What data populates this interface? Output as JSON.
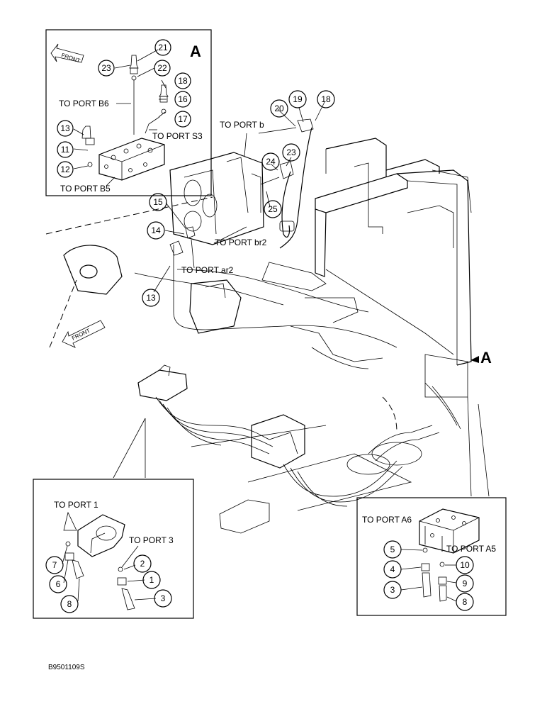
{
  "inset_a": {
    "letter": "A",
    "front_label": "FRONT",
    "callouts": [
      "23",
      "21",
      "22",
      "18",
      "16",
      "17",
      "13",
      "11",
      "12"
    ],
    "port_b6": "TO PORT B6",
    "port_s3": "TO PORT S3",
    "port_b5": "TO PORT B5"
  },
  "main": {
    "callouts": [
      "19",
      "18",
      "20",
      "23",
      "24",
      "25",
      "15",
      "14",
      "13"
    ],
    "port_b": "TO PORT b",
    "port_br2": "TO PORT br2",
    "port_ar2": "TO PORT ar2",
    "front_label": "FRONT",
    "ref_letter": "A"
  },
  "inset_pilot": {
    "port_1": "TO PORT 1",
    "port_3": "TO PORT 3",
    "callouts": [
      "7",
      "6",
      "8",
      "2",
      "1",
      "3"
    ]
  },
  "inset_valve": {
    "port_a6": "TO PORT A6",
    "port_a5": "TO PORT A5",
    "callouts": [
      "5",
      "4",
      "3",
      "10",
      "9",
      "8"
    ]
  },
  "footer": {
    "figure_id": "B9501109S"
  }
}
